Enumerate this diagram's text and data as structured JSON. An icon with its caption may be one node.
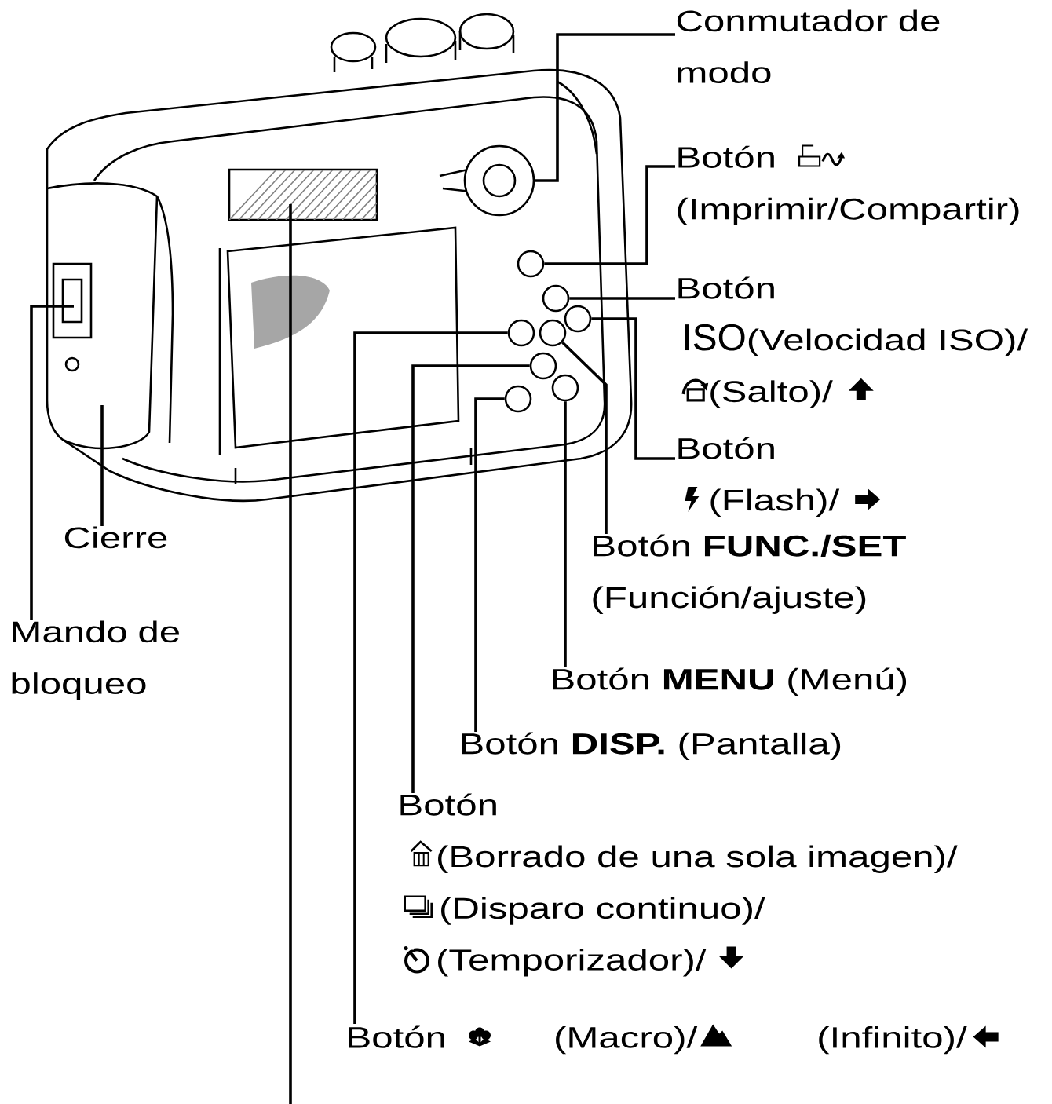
{
  "diagram": {
    "nodes": [
      {
        "text": [
          "Conmutador de modo"
        ]
      },
      {
        "text": [
          "Botón",
          "(Imprimir/Compartir)"
        ]
      },
      {
        "text": [
          "Botón",
          "ISO",
          "(Velocidad ISO)/",
          "(Salto)/"
        ]
      },
      {
        "text": [
          "Botón",
          "(Flash)/"
        ]
      },
      {
        "text": [
          "Botón **FUNC./SET**",
          "(Función/ajuste)"
        ]
      },
      {
        "text": [
          "Botón **MENU** (Menú)"
        ]
      },
      {
        "text": [
          "Botón **DISP.** (Pantalla)"
        ]
      },
      {
        "text": [
          "Botón",
          "(Borrado de una sola imagen)/",
          "(Disparo continuo)/",
          "(Temporizador)/"
        ]
      },
      {
        "text": [
          "Botón",
          "(Macro)/",
          "(Infinito)/"
        ]
      },
      {
        "text": [
          "Cierre"
        ]
      },
      {
        "text": [
          "Mando de bloqueo"
        ]
      },
      {
        "text": [],
        "shape": "circle"
      },
      {
        "text": [],
        "shape": "circle"
      },
      {
        "text": [],
        "shape": "circle"
      },
      {
        "text": [],
        "shape": "circle"
      },
      {
        "text": [],
        "shape": "circle"
      },
      {
        "text": [],
        "shape": "circle"
      },
      {
        "text": [],
        "shape": "circle"
      },
      {
        "text": [],
        "shape": "circle"
      },
      {
        "text": [],
        "shape": "circle"
      }
    ],
    "edges": [
      {
        "from": 0,
        "to": 11,
        "arrow": "none"
      },
      {
        "from": 1,
        "to": 12,
        "arrow": "none"
      },
      {
        "from": 2,
        "to": 13,
        "arrow": "none"
      },
      {
        "from": 3,
        "to": 14,
        "arrow": "none"
      },
      {
        "from": 4,
        "to": 16,
        "arrow": "none"
      },
      {
        "from": 5,
        "to": 18,
        "arrow": "none"
      },
      {
        "from": 6,
        "to": 19,
        "arrow": "none"
      },
      {
        "from": 7,
        "to": 17,
        "arrow": "none"
      },
      {
        "from": 8,
        "to": 15,
        "arrow": "none"
      },
      {
        "from": 9,
        "to": null,
        "arrow": "none"
      },
      {
        "from": 10,
        "to": null,
        "arrow": "none"
      }
    ]
  }
}
